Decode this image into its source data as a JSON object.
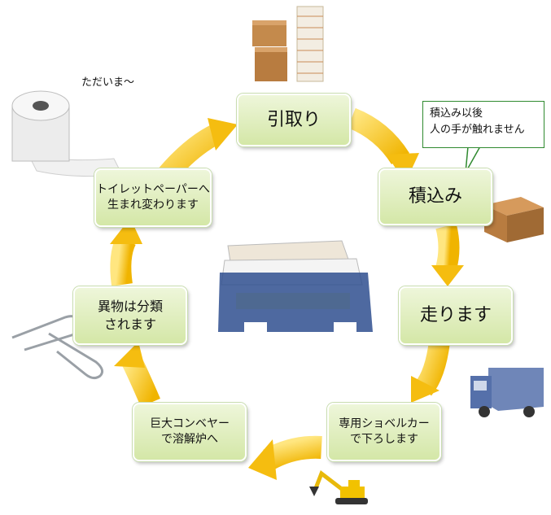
{
  "steps": [
    {
      "label": "引取り"
    },
    {
      "label": "積込み"
    },
    {
      "label": "走ります"
    },
    {
      "label": "専用ショベルカー\nで下ろします"
    },
    {
      "label": "巨大コンベヤー\nで溶解炉へ"
    },
    {
      "label": "異物は分類\nされます"
    },
    {
      "label": "トイレットペーパーへ\n生まれ変わります"
    }
  ],
  "callout": "積込み以後\n人の手が触れません",
  "greeting": "ただいま～",
  "colors": {
    "arrow": "#f7c21c",
    "box_fill": "#dcebb8",
    "box_border": "#c9ddb0",
    "callout_border": "#2f8a2f"
  },
  "icons": [
    "cardboard-boxes-icon",
    "paper-stack-icon",
    "toilet-paper-icon",
    "document-tray-icon",
    "paper-clip-icon",
    "truck-icon",
    "excavator-icon"
  ]
}
